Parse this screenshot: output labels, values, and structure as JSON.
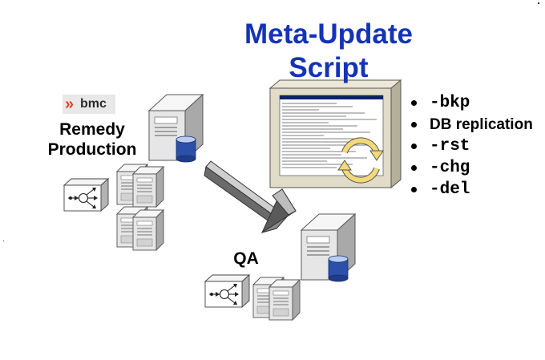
{
  "title": {
    "line1": "Meta-Update",
    "line2": "Script"
  },
  "logo": {
    "mark": "»",
    "text": "bmc"
  },
  "production_label": {
    "line1": "Remedy",
    "line2": "Production"
  },
  "qa_label": "QA",
  "options": [
    "-bkp",
    "DB replication",
    "-rst",
    "-chg",
    "-del"
  ],
  "colors": {
    "title_blue": "#1533b8",
    "bmc_orange": "#e8431a",
    "console_panel": "#e0dcc8",
    "refresh_arrows": "#f2d97a"
  },
  "icons": [
    "database-server-icon",
    "server-rack-icon",
    "network-switch-icon",
    "arrow-icon",
    "console-window-icon",
    "refresh-cycle-icon"
  ]
}
